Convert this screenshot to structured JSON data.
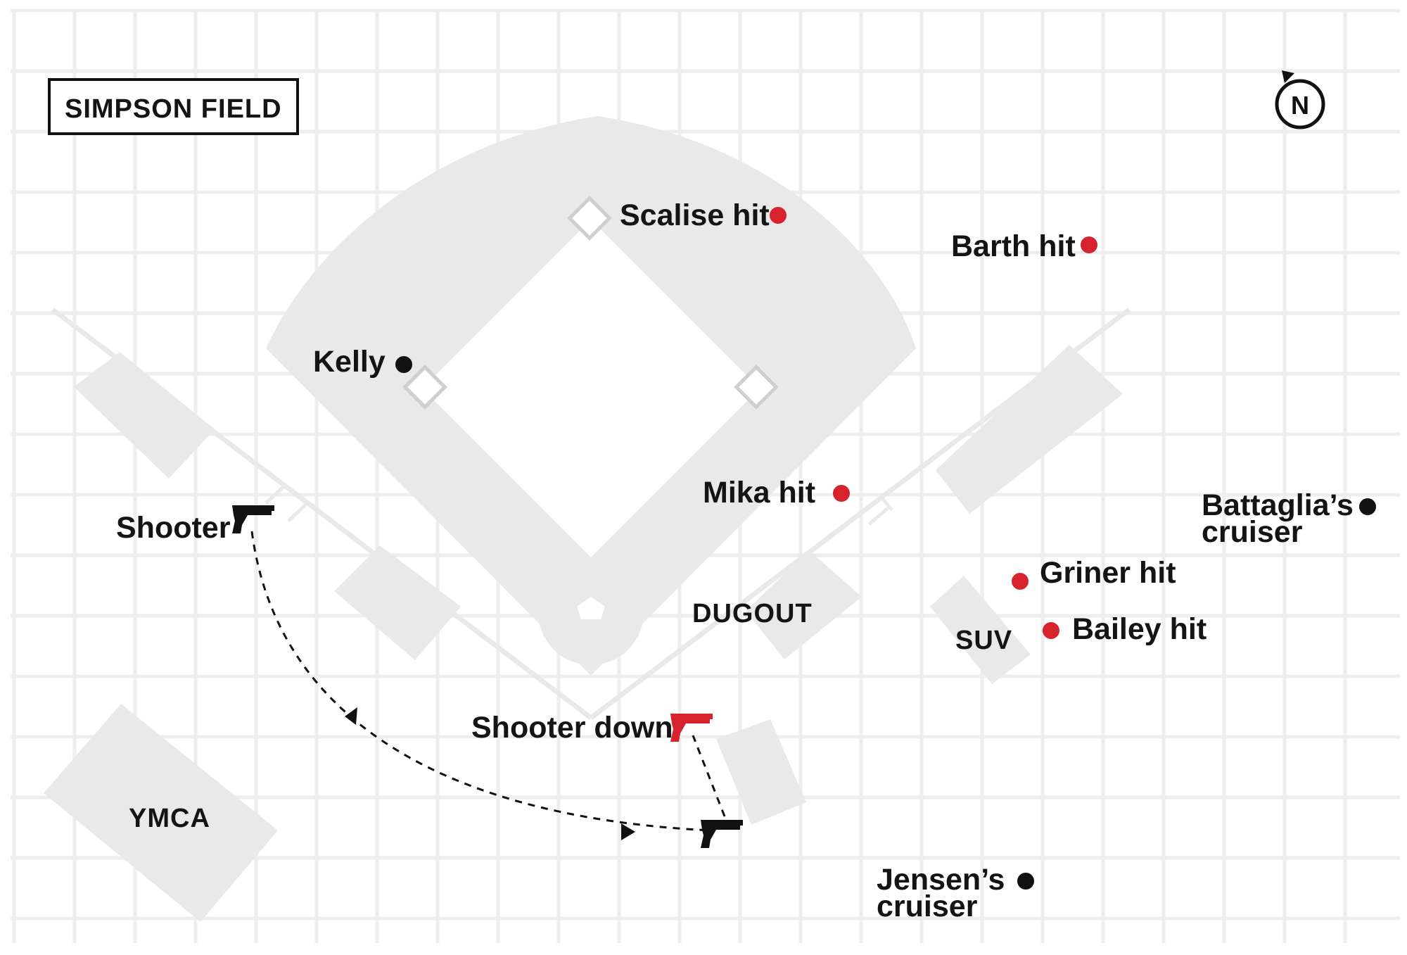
{
  "title": "SIMPSON FIELD",
  "compass": {
    "label": "N",
    "icon": "north-arrow-icon"
  },
  "colors": {
    "hit": "#d6232e",
    "person": "#111111",
    "shooter_down": "#d6232e",
    "shape": "#e9e9ea",
    "grid": "#eeeeee"
  },
  "places": {
    "dugout": "DUGOUT",
    "suv": "SUV",
    "ymca": "YMCA"
  },
  "markers": {
    "scalise": "Scalise hit",
    "barth": "Barth hit",
    "kelly": "Kelly",
    "mika": "Mika hit",
    "battaglia": [
      "Battaglia’s",
      "cruiser"
    ],
    "griner": "Griner hit",
    "bailey": "Bailey hit",
    "jensen": [
      "Jensen’s",
      "cruiser"
    ],
    "shooter": "Shooter",
    "shooter_down": "Shooter down"
  },
  "icons": {
    "shooter_start": "pistol-icon",
    "shooter_end": "pistol-icon",
    "shooter_down": "pistol-icon",
    "path": "dashed-arrow-path"
  }
}
